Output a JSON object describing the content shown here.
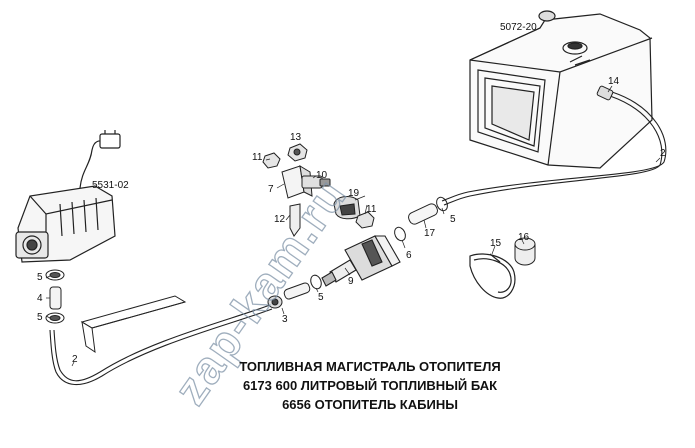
{
  "diagram": {
    "part_labels": {
      "tank": "5072-20",
      "heater": "5531-02",
      "p14": "14",
      "p2_right": "2",
      "p2_left": "2",
      "p13": "13",
      "p11_top": "11",
      "p10": "10",
      "p7": "7",
      "p19": "19",
      "p11_mid": "11",
      "p12": "12",
      "p5_right": "5",
      "p17": "17",
      "p6": "6",
      "p9": "9",
      "p5_mid": "5",
      "p3": "3",
      "p15": "15",
      "p16": "16",
      "p5_left_top": "5",
      "p4": "4",
      "p5_left_bottom": "5"
    },
    "caption": {
      "line1": "ТОПЛИВНАЯ МАГИСТРАЛЬ ОТОПИТЕЛЯ",
      "line2": "6173  600 ЛИТРОВЫЙ ТОПЛИВНЫЙ БАК",
      "line3": "6656  ОТОПИТЕЛЬ КАБИНЫ"
    },
    "watermark": "zap-kam.ru"
  }
}
